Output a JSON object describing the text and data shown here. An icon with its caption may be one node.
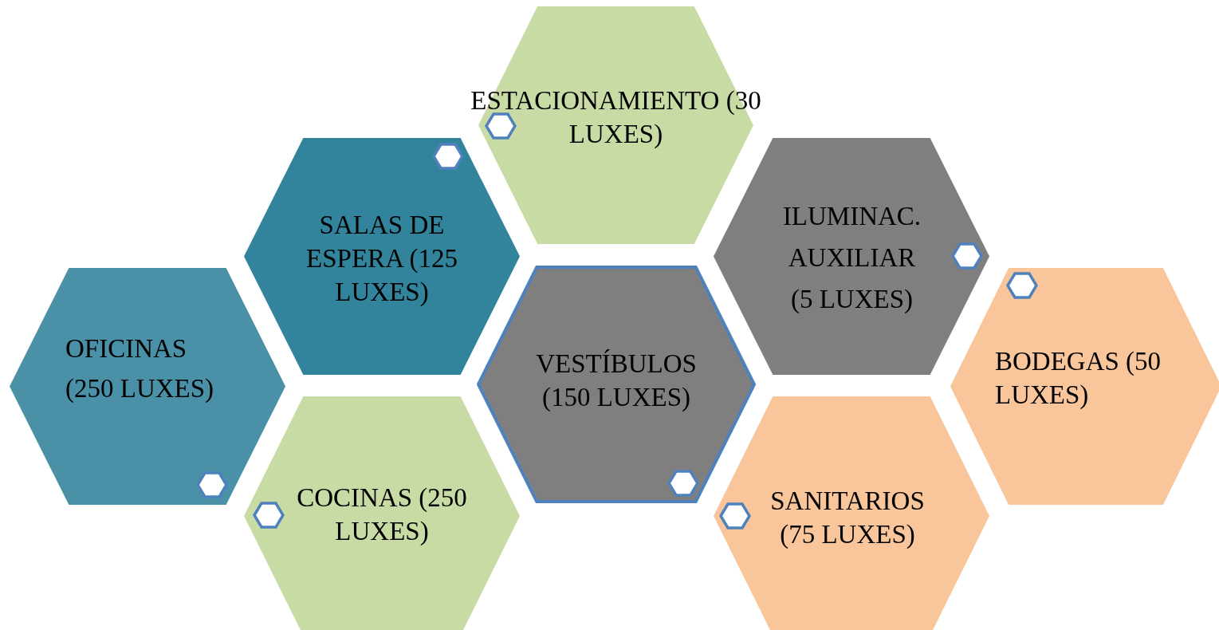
{
  "diagram": {
    "nodes": [
      {
        "text": [
          "ESTACIONAMIENTO (30 LUXES)"
        ]
      },
      {
        "text": [
          "SALAS DE ESPERA (125 LUXES)"
        ]
      },
      {
        "text": [
          "ILUMINAC. AUXILIAR (5 LUXES)"
        ]
      },
      {
        "text": [
          "OFICINAS (250 LUXES)"
        ]
      },
      {
        "text": [
          "VESTÍBULOS (150 LUXES)"
        ]
      },
      {
        "text": [
          "BODEGAS (50 LUXES)"
        ]
      },
      {
        "text": [
          "COCINAS (250 LUXES)"
        ]
      },
      {
        "text": [
          "SANITARIOS (75 LUXES)"
        ]
      }
    ],
    "edges": []
  }
}
